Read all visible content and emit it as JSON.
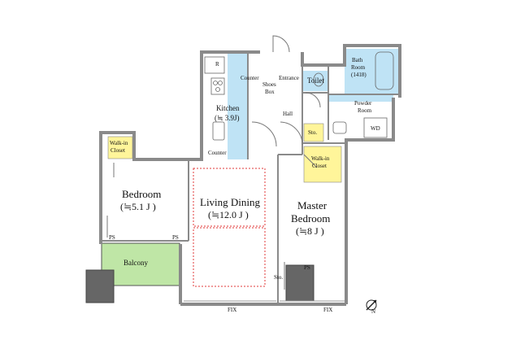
{
  "rooms": {
    "bedroom": {
      "name": "Bedroom",
      "size": "(≒5.1 J )"
    },
    "living_dining": {
      "name": "Living Dining",
      "size": "(≒12.0 J )"
    },
    "master_bedroom": {
      "name": "Master",
      "name2": "Bedroom",
      "size": "(≒8 J )"
    },
    "kitchen": {
      "name": "Kitchen",
      "size": "(≒ 3.9J)"
    },
    "balcony": {
      "name": "Balcony"
    },
    "bath_room": {
      "name": "Bath",
      "name2": "Room",
      "size": "(1418)"
    },
    "powder_room": {
      "name": "Powder",
      "name2": "Room"
    },
    "toilet": {
      "name": "Toilet"
    },
    "hall": {
      "name": "Hall"
    },
    "entrance": {
      "name": "Entrance"
    },
    "walk_in_closet_bedroom": {
      "name": "Walk-in",
      "name2": "Closet"
    },
    "walk_in_closet_master": {
      "name": "Walk-in",
      "name2": "Closet"
    }
  },
  "fixtures": {
    "counter_top": "Counter",
    "counter_bottom": "Counter",
    "shoes_box_1": "Shoes",
    "shoes_box_2": "Box",
    "refrigerator": "R",
    "wd": "WD",
    "storage_upper": "Sto.",
    "storage_lower": "Sto.",
    "ps_bedroom_left": "PS",
    "ps_bedroom_right": "PS",
    "ps_master": "PS",
    "fix_left": "FIX",
    "fix_right": "FIX"
  },
  "compass": {
    "label": "N"
  },
  "colors": {
    "wall": "#8a8a8a",
    "blue_fixture": "#bfe3f5",
    "closet_yellow": "#fff59a",
    "balcony_green": "#bfe6a6",
    "living_dotted": "#e03a3a"
  }
}
